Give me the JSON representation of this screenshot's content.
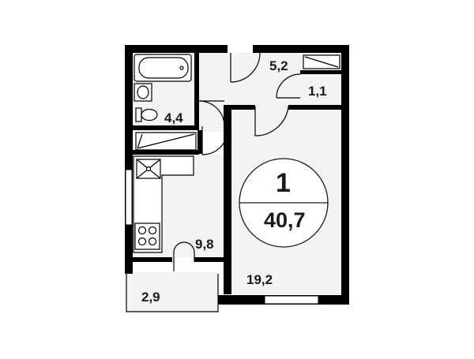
{
  "plan": {
    "room_count": "1",
    "total_area": "40,7",
    "rooms": {
      "bathroom_area": "4,4",
      "hallway_area": "5,2",
      "storage_area": "1,1",
      "kitchen_area": "9,8",
      "living_room_area": "19,2",
      "balcony_area": "2,9"
    }
  }
}
